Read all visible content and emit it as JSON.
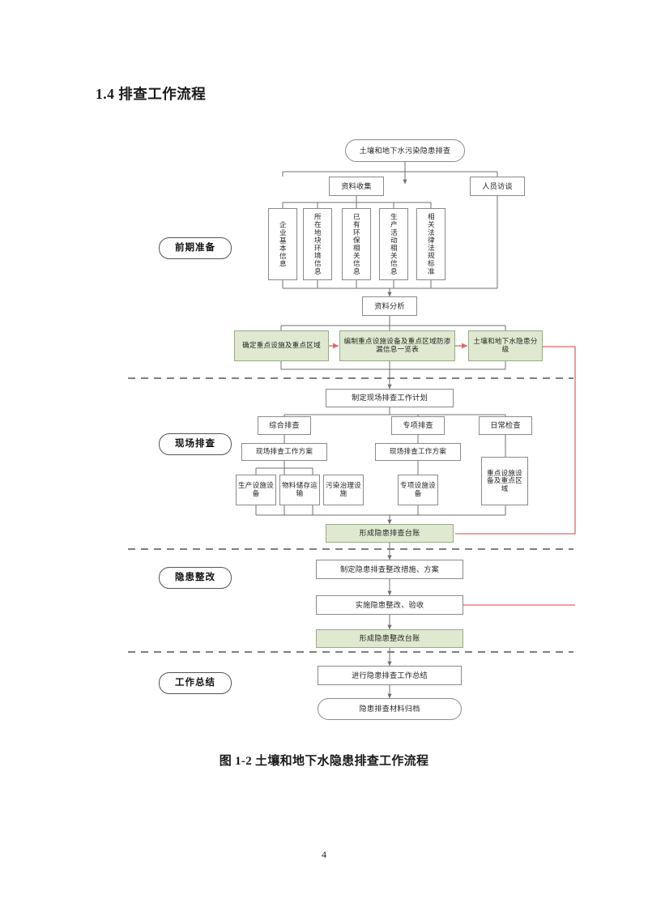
{
  "document": {
    "heading": "1.4 排查工作流程",
    "figure_caption": "图 1-2 土壤和地下水隐患排查工作流程",
    "page_number": "4"
  },
  "colors": {
    "green_fill": "#dfe9cf",
    "green_border": "#9aa98a",
    "box_border": "#8a8a8a",
    "red_line": "#e06666",
    "dashed_divider": "#555555"
  },
  "flowchart": {
    "stages": [
      {
        "label": "前期准备"
      },
      {
        "label": "现场排查"
      },
      {
        "label": "隐患整改"
      },
      {
        "label": "工作总结"
      }
    ],
    "nodes": {
      "start": "土壤和地下水污染隐患排查",
      "data_collection": "资料收集",
      "personnel_interview": "人员访谈",
      "col1": "企业基本信息",
      "col2": "所在地块环境信息",
      "col3": "已有环保相关信息",
      "col4": "生产活动相关信息",
      "col5": "相关法律法规标准",
      "data_analysis": "资料分析",
      "green1": "确定重点设施及重点区域",
      "green2": "编制重点设施设备及重点区域防渗漏信息一览表",
      "green3": "土壤和地下水隐患分级",
      "site_plan": "制定现场排查工作计划",
      "comprehensive": "综合排查",
      "special": "专项排查",
      "routine": "日常检查",
      "scheme_left": "现场排查工作方案",
      "scheme_mid": "现场排查工作方案",
      "prod_equipment": "生产设施设备",
      "material_storage": "物料储存运输",
      "pollution_control": "污染治理设施",
      "special_equipment": "专项设施设备",
      "key_facility_area": "重点设施设备及重点区域",
      "ledger_inspection": "形成隐患排查台账",
      "rectify_plan": "制定隐患排查整改措施、方案",
      "rectify_accept": "实施隐患整改、验收",
      "ledger_rectify": "形成隐患整改台账",
      "summary": "进行隐患排查工作总结",
      "archive": "隐患排查材料归档"
    }
  }
}
